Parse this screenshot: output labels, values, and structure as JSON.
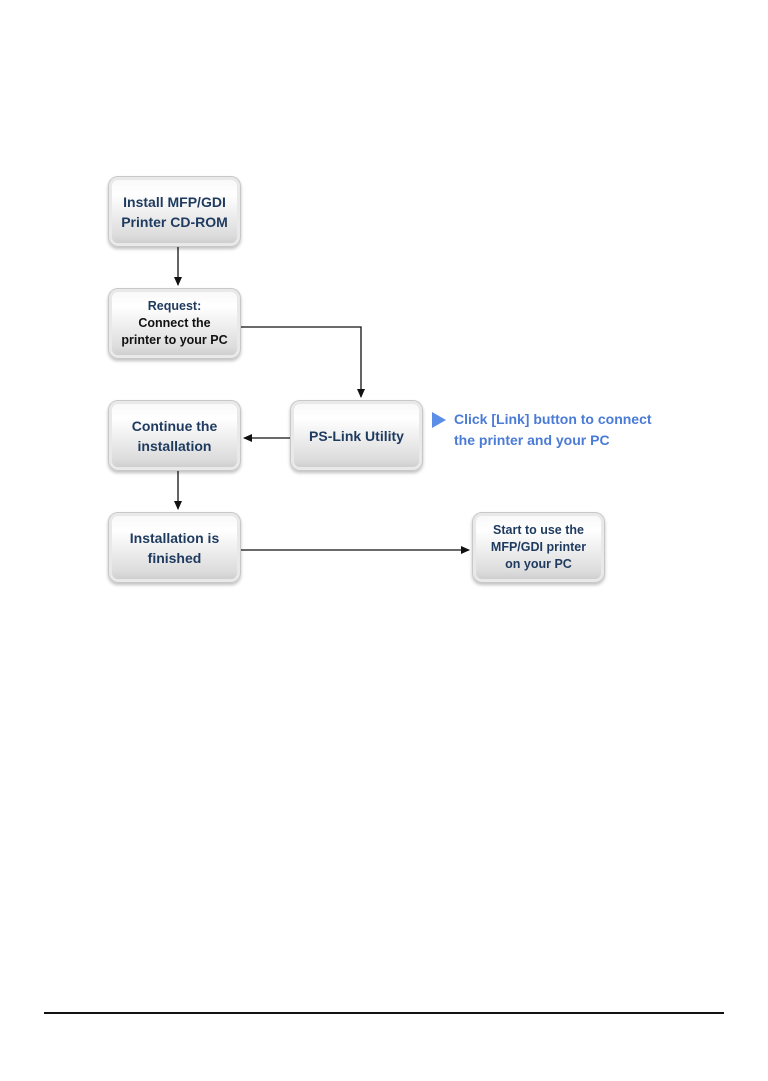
{
  "diagram": {
    "nodes": {
      "install": [
        "Install MFP/GDI",
        "Printer CD-ROM"
      ],
      "request_title": "Request:",
      "request_body": [
        "Connect the",
        "printer to your PC"
      ],
      "pslink": "PS-Link Utility",
      "continue": [
        "Continue the",
        "installation"
      ],
      "finished": [
        "Installation is",
        "finished"
      ],
      "start": [
        "Start to use the",
        "MFP/GDI printer",
        "on your PC"
      ]
    },
    "note": [
      "Click [Link] button to connect",
      "the printer and your PC"
    ],
    "colors": {
      "node_text": "#1e3a5f",
      "note_text": "#4a7bd6",
      "arrow": "#111111"
    }
  }
}
